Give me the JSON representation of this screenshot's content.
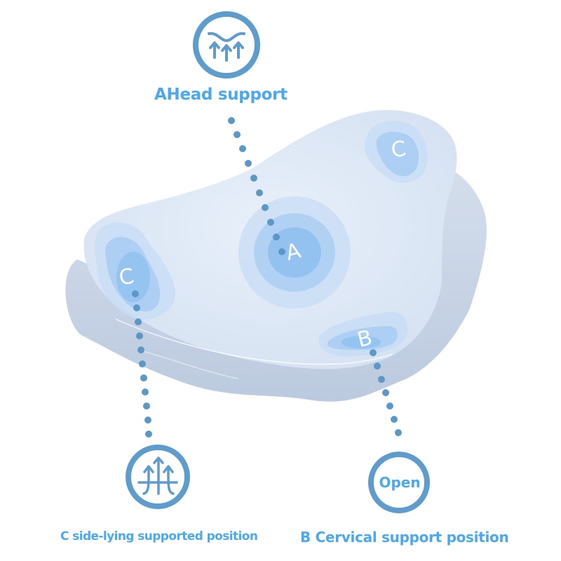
{
  "labels": {
    "head_support": "AHead support",
    "side_lying": "C side-lying supported position",
    "cervical": "B Cervical support position"
  },
  "icons": {
    "top": "head-support-wave-arrows-icon",
    "bottom_left": "side-support-arrows-icon",
    "bottom_right": "open-circle-icon"
  },
  "open_badge": "Open",
  "zones": {
    "a": "A",
    "b": "B",
    "c_left": "C",
    "c_right": "C"
  },
  "colors": {
    "label_text": "#4aa8ec",
    "icon_stroke": "#5d9ccc",
    "dot": "#5b98c8",
    "pillow_body": "#dce7f5",
    "pillow_base": "#cad6e8",
    "zone_outer": "#c6dcf5",
    "zone_mid": "#a9cdf3",
    "zone_inner": "#8ec0f0"
  }
}
